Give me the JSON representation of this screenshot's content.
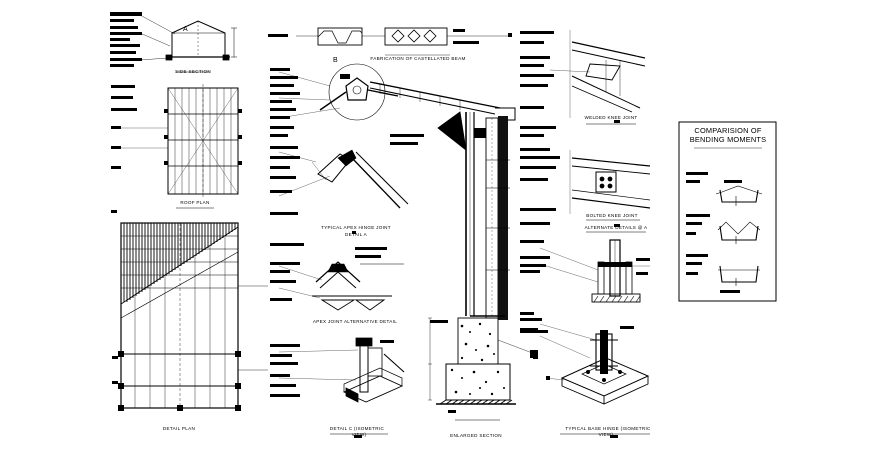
{
  "sheet": {
    "background": "#ffffff",
    "ink": "#000000"
  },
  "captions": {
    "side_section": "SIDE SECTION",
    "roof_plan": "ROOF PLAN",
    "detail_plan": "DETAIL PLAN",
    "castellated_beam": "FABRICATION OF CASTELLATED BEAM",
    "apex_joint": "TYPICAL APEX HINGE JOINT",
    "detail_a": "DETAIL A",
    "apex_alternative": "APEX JOINT ALTERNATIVE DETAIL",
    "detail_c_line1": "DETAIL C (ISOMETRIC",
    "detail_c_line2": "VIEW)",
    "enlarged_section": "ENLARGED SECTION",
    "welded_knee": "WELDED KNEE JOINT",
    "bolted_knee": "BOLTED KNEE JOINT",
    "alternate_detail": "ALTERNATE DETAILS @ A",
    "base_hinge_line1": "TYPICAL BASE HINGE (ISOMETRIC",
    "base_hinge_line2": "VIEW)",
    "marker_a": "A",
    "marker_b": "B"
  },
  "legend": {
    "title_line1": "COMPARISION OF",
    "title_line2": "BENDING MOMENTS"
  }
}
